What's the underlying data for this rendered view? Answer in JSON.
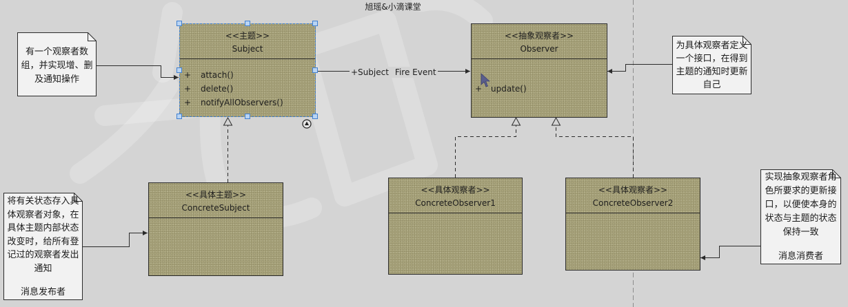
{
  "page": {
    "title": "旭瑶&小滴课堂"
  },
  "colors": {
    "canvas": "#d4d4d4",
    "class_fill": "#a9a47c",
    "note_fill": "#f2f2f2",
    "stroke": "#2a2a2a",
    "selection": "#3f7fd0",
    "divider": "#8c8c8c"
  },
  "classes": {
    "subject": {
      "stereotype": "<<主题>>",
      "name": "Subject",
      "selected": true,
      "operations": [
        {
          "visibility": "+",
          "name": "attach()"
        },
        {
          "visibility": "+",
          "name": "delete()"
        },
        {
          "visibility": "+",
          "name": "notifyAllObservers()"
        }
      ]
    },
    "observer": {
      "stereotype": "<<抽象观察者>>",
      "name": "Observer",
      "operations": [
        {
          "visibility": "+",
          "name": "update()"
        }
      ]
    },
    "concrete_subject": {
      "stereotype": "<<具体主题>>",
      "name": "ConcreteSubject"
    },
    "concrete_observer_1": {
      "stereotype": "<<具体观察者>>",
      "name": "ConcreteObserver1"
    },
    "concrete_observer_2": {
      "stereotype": "<<具体观察者>>",
      "name": "ConcreteObserver2"
    }
  },
  "association": {
    "role": "+Subject",
    "label": "Fire Event"
  },
  "notes": {
    "subject_note": {
      "lines": [
        "有一个观察者数",
        "组，并实现增、删",
        "及通知操作"
      ]
    },
    "observer_note": {
      "lines": [
        "为具体观察者定义",
        "一个接口，在得到",
        "主题的通知时更新",
        "自己"
      ]
    },
    "publisher_note": {
      "lines": [
        "将有关状态存入具",
        "体观察者对象，在",
        "具体主题内部状态",
        "改变时，给所有登",
        "记过的观察者发出",
        "通知"
      ],
      "role": "消息发布者"
    },
    "consumer_note": {
      "lines": [
        "实现抽象观察者角",
        "色所要求的更新接",
        "口，以便使本身的",
        "状态与主题的状态",
        "保持一致"
      ],
      "role": "消息消费者"
    }
  },
  "icons": {
    "collapse_toggle": "collapse-toggle-icon",
    "pointer": "mouse-pointer-icon"
  }
}
